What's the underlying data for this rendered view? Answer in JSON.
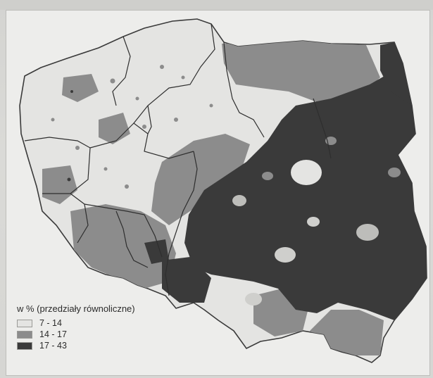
{
  "legend": {
    "title": "w % (przedziały równoliczne)",
    "classes": [
      {
        "label": "7 - 14",
        "color": "#e4e4e2"
      },
      {
        "label": "14 - 17",
        "color": "#8c8c8c"
      },
      {
        "label": "17 - 43",
        "color": "#3a3a3a"
      }
    ]
  }
}
